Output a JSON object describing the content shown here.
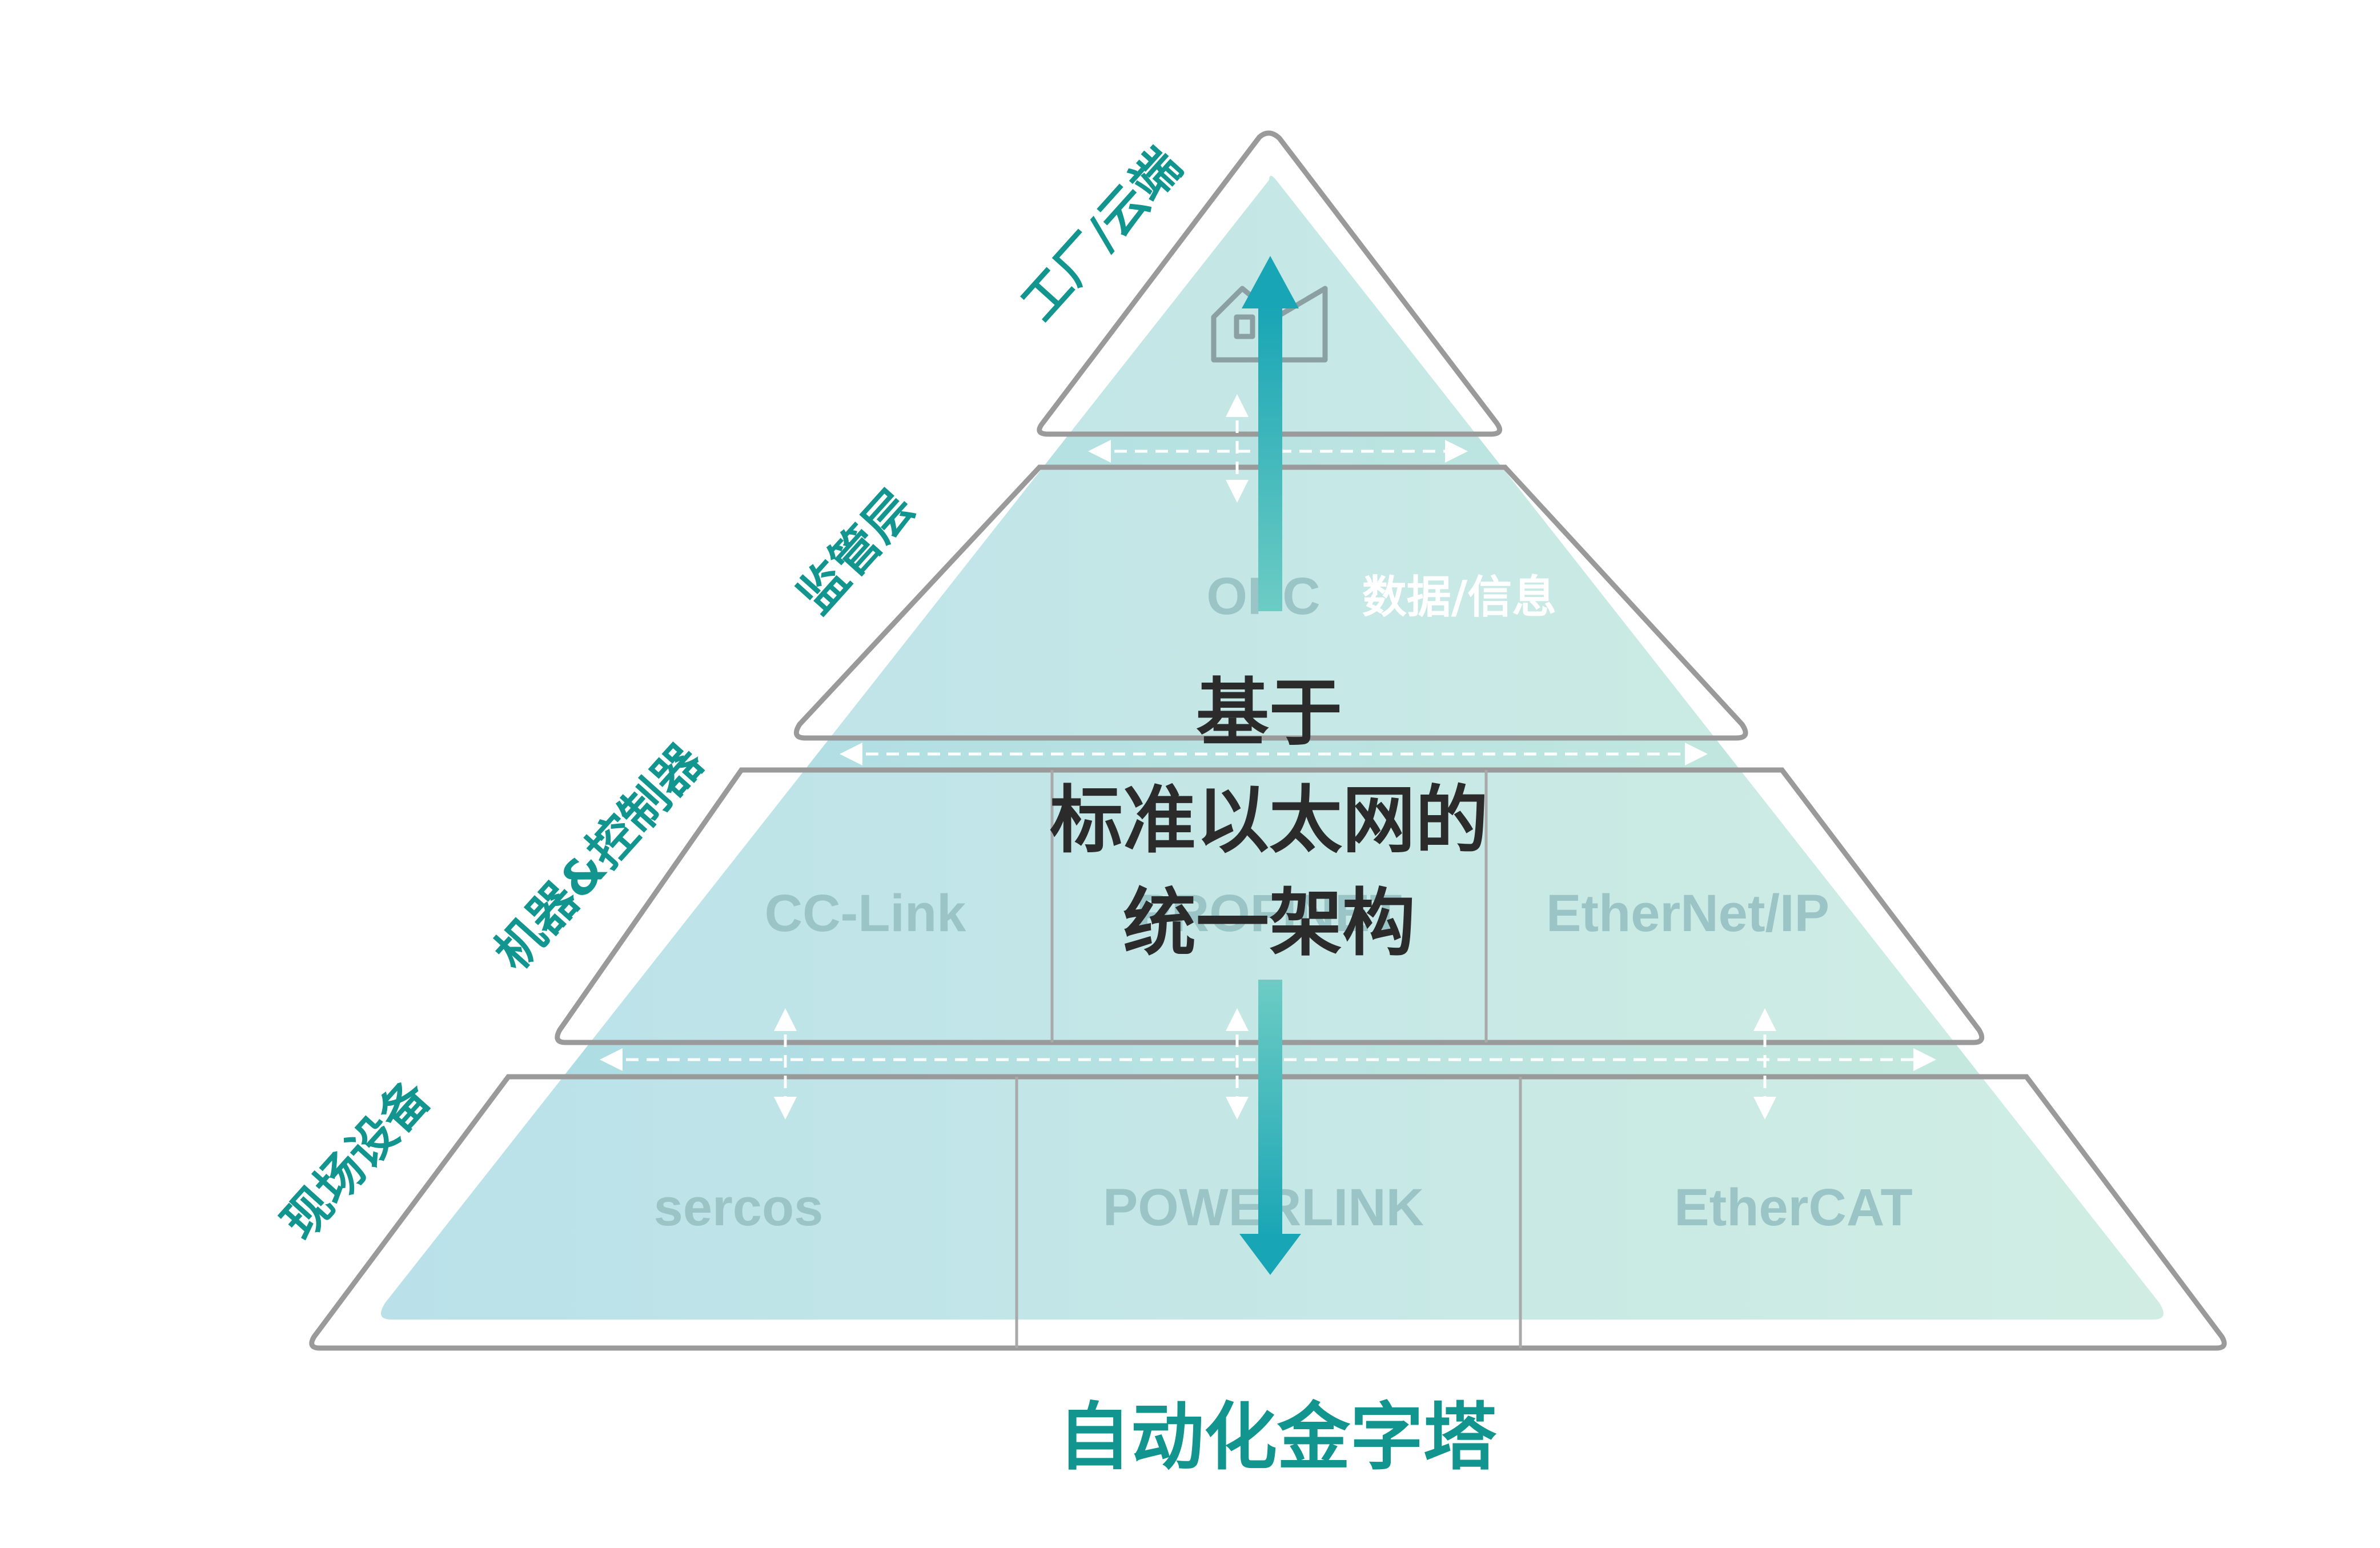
{
  "colors": {
    "accent": "#12958f",
    "gradient_left": "#a8dbe5",
    "gradient_right": "#c3e8da",
    "arrow_top": "#1aa7b4",
    "arrow_bottom": "#5fc6c3",
    "tier_border": "#9a9a9a",
    "protocol_text": "#9bc4c6",
    "center_text": "#2b2b2b"
  },
  "layers": {
    "factory_cloud": "工厂/云端",
    "supervisory": "监管层",
    "machine_controller": "机器&控制器",
    "field_devices": "现场设备"
  },
  "tiers": {
    "supervisory": {
      "protocol": "OPC",
      "flow_label": "数据/信息"
    },
    "controller": {
      "protocols": [
        "CC-Link",
        "PROFINET",
        "EtherNet/IP"
      ]
    },
    "field": {
      "protocols": [
        "sercos",
        "POWERLINK",
        "EtherCAT"
      ]
    }
  },
  "center_title": {
    "line1": "基于",
    "line2": "标准以太网的",
    "line3": "统一架构"
  },
  "footer_title": "自动化金字塔",
  "icons": {
    "top_tier": "factory-icon"
  }
}
